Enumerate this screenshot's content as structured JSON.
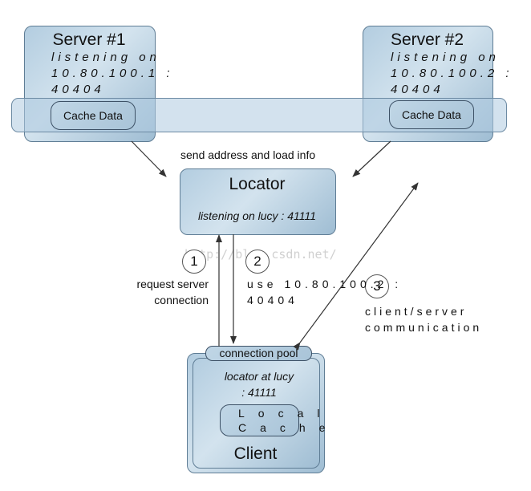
{
  "server1": {
    "title": "Server #1",
    "listening": "listening on 10.80.100.1 : 40404",
    "cache": "Cache Data"
  },
  "server2": {
    "title": "Server #2",
    "listening": "listening on 10.80.100.2 : 40404",
    "cache": "Cache Data"
  },
  "send_label": "send address and load info",
  "locator": {
    "title": "Locator",
    "subtitle": "listening on lucy : 41111"
  },
  "steps": [
    {
      "num": "1",
      "label": "request server connection"
    },
    {
      "num": "2",
      "label": "use 10.80.100.2 : 40404"
    },
    {
      "num": "3",
      "label": "client/server communication"
    }
  ],
  "client": {
    "pool": "connection pool",
    "locator_at": "locator at lucy : 41111",
    "local_cache": "Local Cache",
    "title": "Client"
  },
  "watermark": "http://blog.csdn.net/"
}
